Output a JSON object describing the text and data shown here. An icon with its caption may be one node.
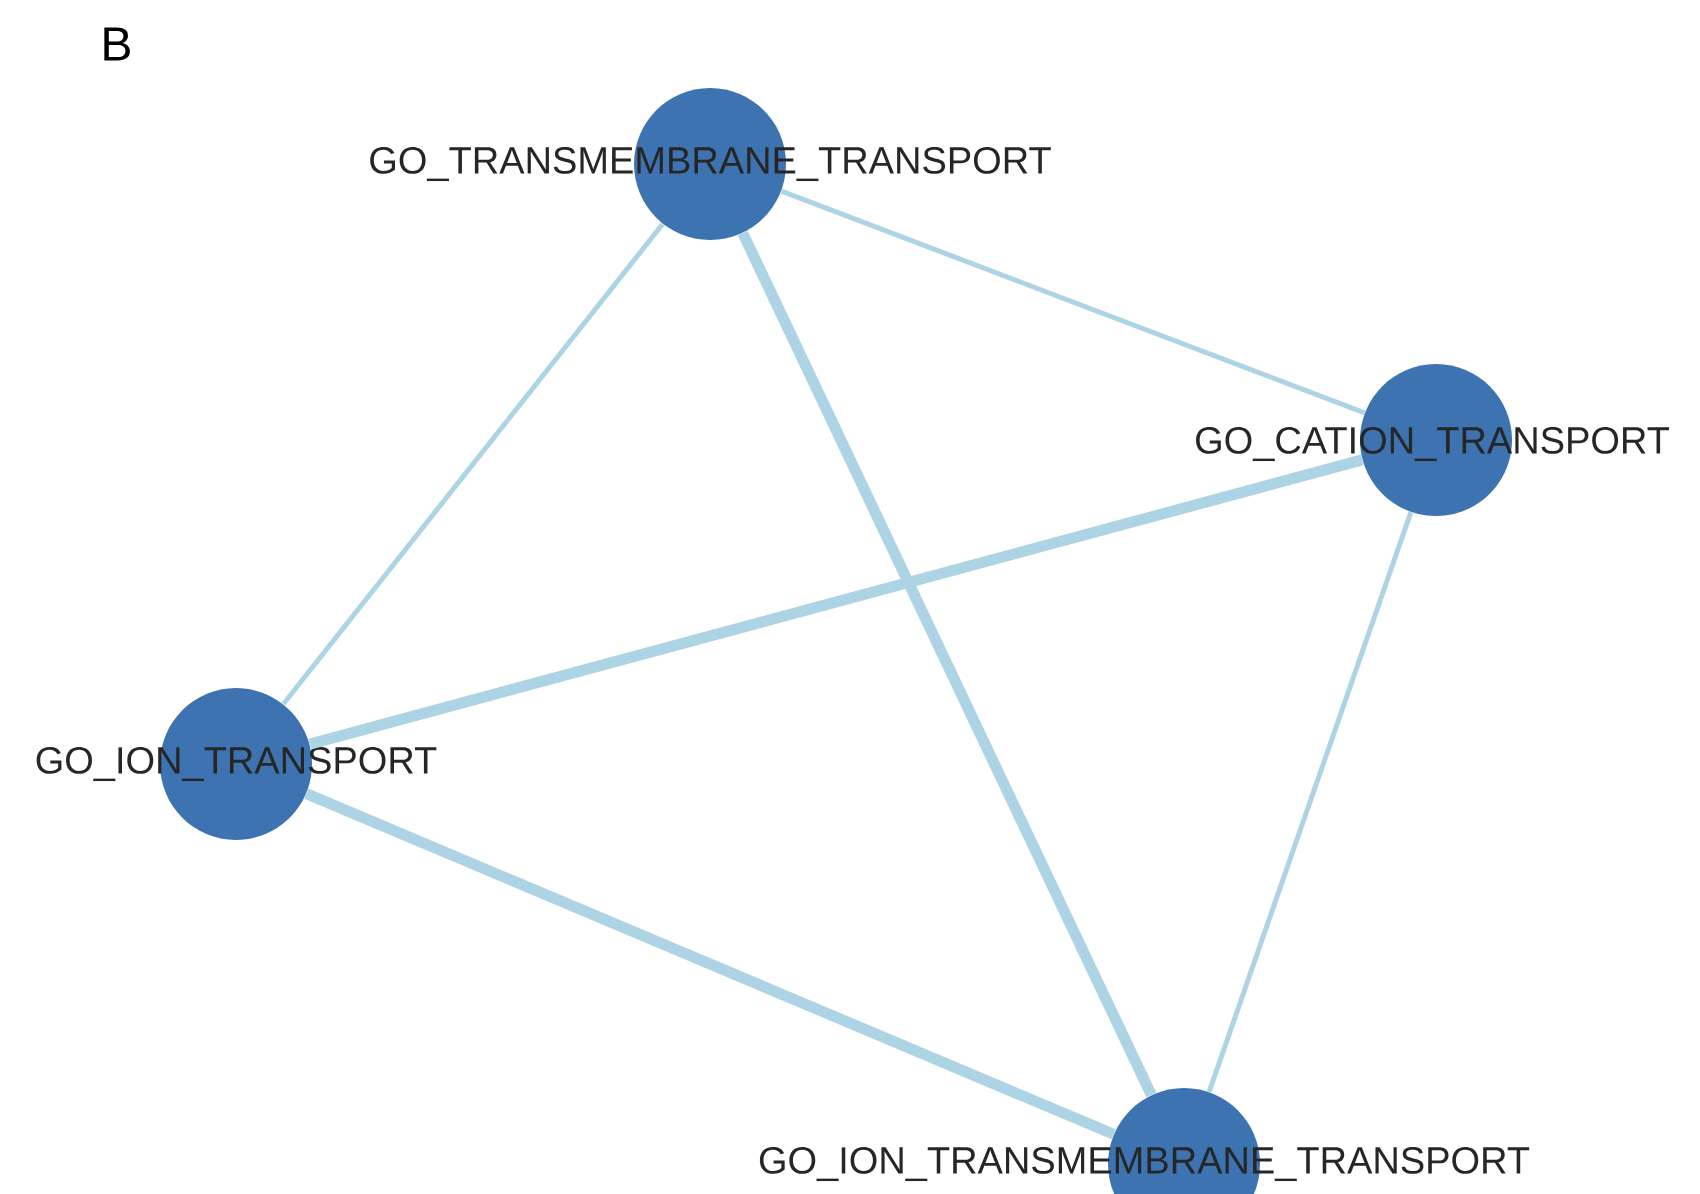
{
  "diagram": {
    "title": "B",
    "nodes": [
      {
        "text": [
          "GO_TRANSMEMBRANE_TRANSPORT"
        ]
      },
      {
        "text": [
          "GO_CATION_TRANSPORT"
        ]
      },
      {
        "text": [
          "GO_ION_TRANSPORT"
        ]
      },
      {
        "text": [
          "GO_ION_TRANSMEMBRANE_TRANSPORT"
        ]
      }
    ],
    "edges": [
      {
        "from": 0,
        "to": 1,
        "arrow": "none"
      },
      {
        "from": 0,
        "to": 2,
        "arrow": "none"
      },
      {
        "from": 0,
        "to": 3,
        "arrow": "none",
        "style": "thick"
      },
      {
        "from": 1,
        "to": 2,
        "arrow": "none",
        "style": "thick"
      },
      {
        "from": 1,
        "to": 3,
        "arrow": "none"
      },
      {
        "from": 2,
        "to": 3,
        "arrow": "none",
        "style": "thick"
      }
    ]
  }
}
